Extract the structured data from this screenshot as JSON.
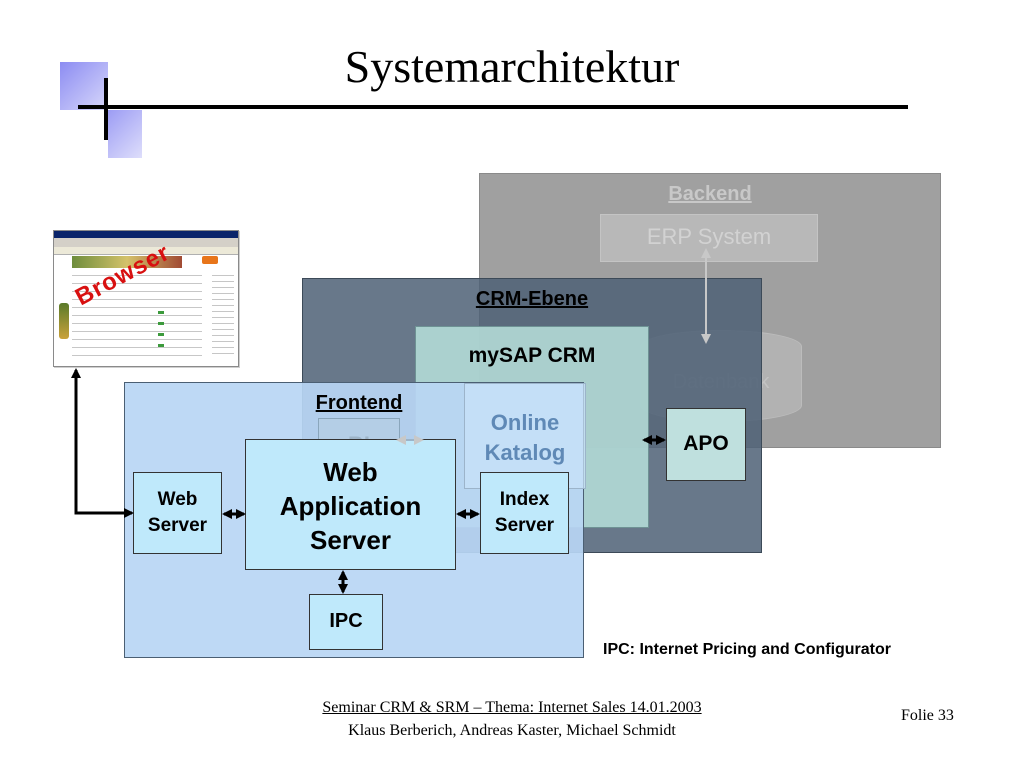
{
  "slide": {
    "title": "Systemarchitektur"
  },
  "diagram": {
    "browser_label": "Browser",
    "backend": {
      "title": "Backend",
      "erp": "ERP System",
      "database": "Datenbank"
    },
    "crm": {
      "title": "CRM-Ebene",
      "mysap": "mySAP CRM",
      "apo": "APO",
      "bi": "BI",
      "katalog_line1": "Online",
      "katalog_line2": "Katalog"
    },
    "frontend": {
      "title": "Frontend",
      "was_line1": "Web",
      "was_line2": "Application",
      "was_line3": "Server",
      "web_server_line1": "Web",
      "web_server_line2": "Server",
      "index_server_line1": "Index",
      "index_server_line2": "Server",
      "ipc": "IPC"
    },
    "ipc_note": "IPC: Internet Pricing and Configurator"
  },
  "footer": {
    "line1": "Seminar CRM & SRM – Thema: Internet Sales 14.01.2003",
    "line2": "Klaus Berberich, Andreas Kaster, Michael Schmidt",
    "folie": "Folie 33"
  },
  "colors": {
    "backend": "#a0a0a0",
    "crm": "#4e6076",
    "mysap": "#b2dad6",
    "frontend": "#b8d6f4",
    "server_box": "#bfe9fb",
    "browser_label": "#d81010",
    "title_decoration": "#8c8cf2"
  }
}
